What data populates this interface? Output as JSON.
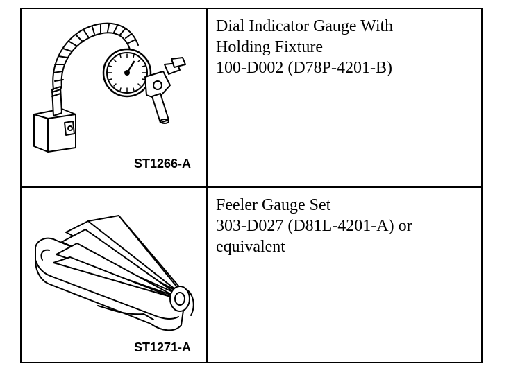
{
  "tools": [
    {
      "figure_code": "ST1266-A",
      "name_lines": [
        "Dial Indicator Gauge With",
        "Holding Fixture"
      ],
      "part_number": "100-D002 (D78P-4201-B)",
      "illustration_icon": "dial-indicator-gauge-icon"
    },
    {
      "figure_code": "ST1271-A",
      "name_lines": [
        "Feeler Gauge Set"
      ],
      "part_number": "303-D027 (D81L-4201-A) or",
      "extra_line": "equivalent",
      "illustration_icon": "feeler-gauge-set-icon"
    }
  ]
}
